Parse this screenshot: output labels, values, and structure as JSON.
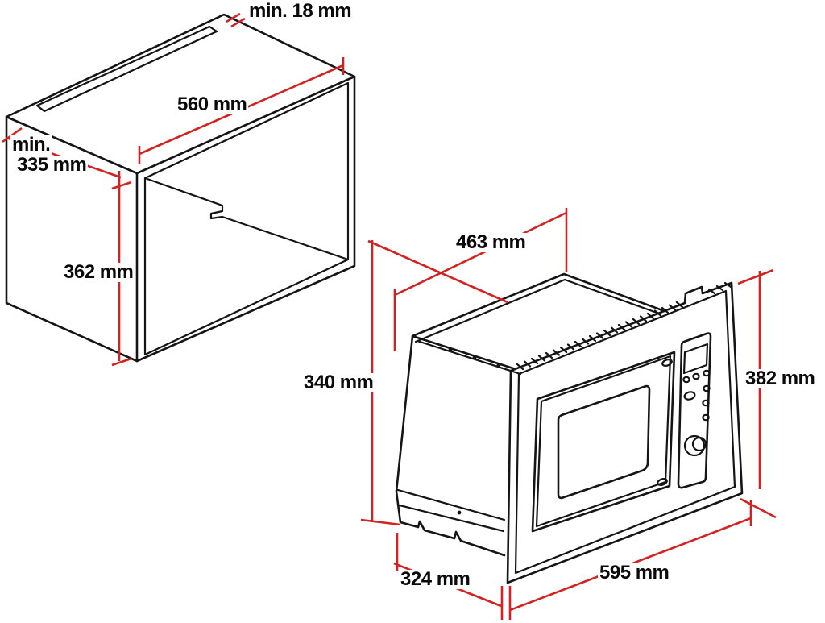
{
  "colors": {
    "dimension_line": "#d32222",
    "drawing_line": "#151515",
    "background": "#ffffff"
  },
  "niche": {
    "labels": {
      "vent_gap": "min. 18 mm",
      "width": "560 mm",
      "depth_line1": "min.",
      "depth_line2": "335 mm",
      "height": "362 mm"
    }
  },
  "oven": {
    "labels": {
      "body_width": "463 mm",
      "body_height": "340 mm",
      "frame_height": "382 mm",
      "body_depth": "324 mm",
      "frame_width": "595 mm"
    }
  }
}
